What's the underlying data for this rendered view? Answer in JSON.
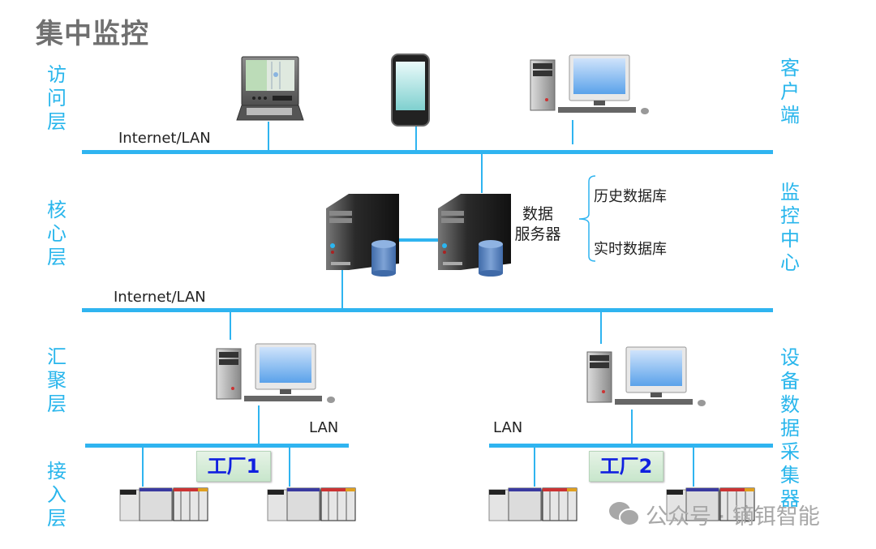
{
  "title": "集中监控",
  "layers_left": {
    "access": [
      "访",
      "问",
      "层"
    ],
    "core": [
      "核",
      "心",
      "层"
    ],
    "aggregation": [
      "汇",
      "聚",
      "层"
    ],
    "ingress": [
      "接",
      "入",
      "层"
    ]
  },
  "layers_right": {
    "client": [
      "客",
      "户",
      "端"
    ],
    "monitoring_center": [
      "监",
      "控",
      "中",
      "心"
    ],
    "collector": [
      "设",
      "备",
      "数",
      "据",
      "采",
      "集",
      "器"
    ]
  },
  "networks": {
    "top": "Internet/LAN",
    "middle": "Internet/LAN",
    "factory1_lan": "LAN",
    "factory2_lan": "LAN"
  },
  "server": {
    "label_line1": "数据",
    "label_line2": "服务器",
    "databases": [
      "历史数据库",
      "实时数据库"
    ]
  },
  "factories": [
    "工厂1",
    "工厂2"
  ],
  "devices": {
    "clients": [
      "laptop-terminal",
      "smartphone",
      "desktop-pc"
    ],
    "servers": [
      "server-1",
      "server-2"
    ],
    "collectors": [
      "desktop-pc",
      "desktop-pc"
    ],
    "plcs": [
      "plc-rack",
      "plc-rack",
      "plc-rack",
      "plc-rack"
    ]
  },
  "watermark": {
    "text": "公众号 · 镝铒智能",
    "icon": "wechat-icon"
  },
  "colors": {
    "line": "#2fb4f0",
    "label_blue": "#29b6ec",
    "factory_text": "#1020e0",
    "title_gray": "#707070"
  }
}
